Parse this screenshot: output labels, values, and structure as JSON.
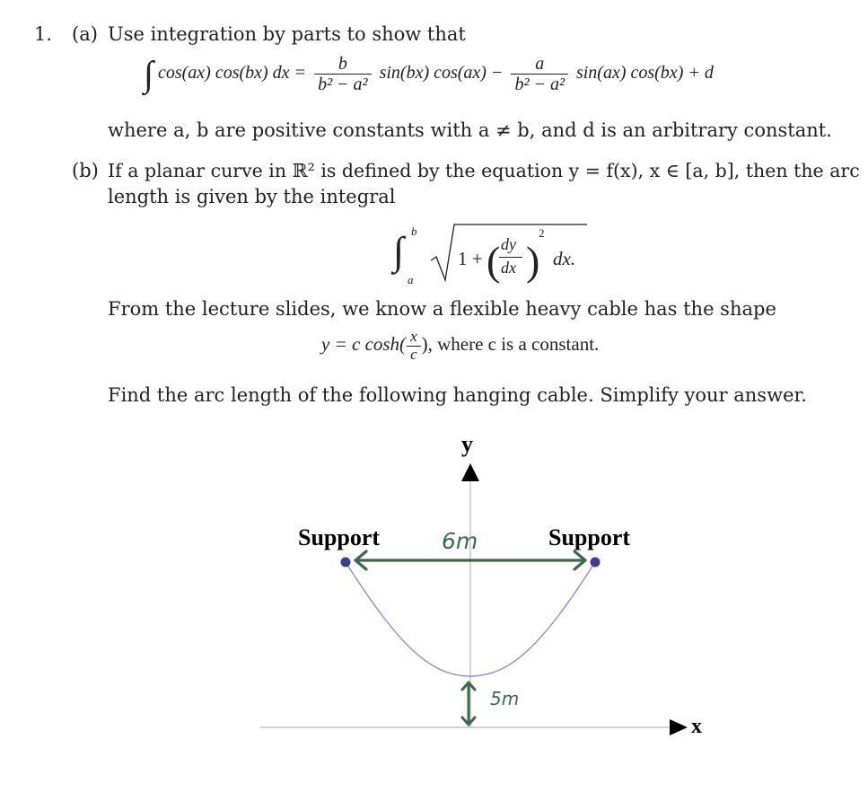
{
  "problem": {
    "number": "1.",
    "part_a": {
      "label": "(a)",
      "intro": "Use integration by parts to show that",
      "equation": {
        "lhs": "cos(ax) cos(bx) dx =",
        "term1_num": "b",
        "term1_den": "b² − a²",
        "term1_rest": "sin(bx) cos(ax) −",
        "term2_num": "a",
        "term2_den": "b² − a²",
        "term2_rest": "sin(ax) cos(bx) + d"
      },
      "note": "where a, b are positive constants with a ≠ b, and d is an arbitrary constant."
    },
    "part_b": {
      "label": "(b)",
      "line1": "If a planar curve in ℝ² is defined by the equation y = f(x), x ∈ [a, b], then the arc",
      "line2": "length is given by the integral",
      "arc_formula": {
        "upper": "b",
        "lower": "a",
        "inner": "1 +",
        "dnum": "dy",
        "dden": "dx",
        "exp": "2",
        "tail": "dx."
      },
      "line3": "From the lecture slides, we know a flexible heavy cable has the shape",
      "cable_eq_left": "y = c cosh(",
      "cable_eq_num": "x",
      "cable_eq_den": "c",
      "cable_eq_right": "), where c is a constant.",
      "line4": "Find the arc length of the following hanging cable. Simplify your answer."
    }
  },
  "diagram": {
    "y_label": "y",
    "x_label": "x",
    "support_left": "Support",
    "support_right": "Support",
    "span_label": "6m",
    "height_label": "5m",
    "colors": {
      "curve": "#8b8fd0",
      "annotation": "#3b6b4a",
      "support_dot": "#3b3f8f",
      "axis": "#bbbbbb"
    }
  }
}
